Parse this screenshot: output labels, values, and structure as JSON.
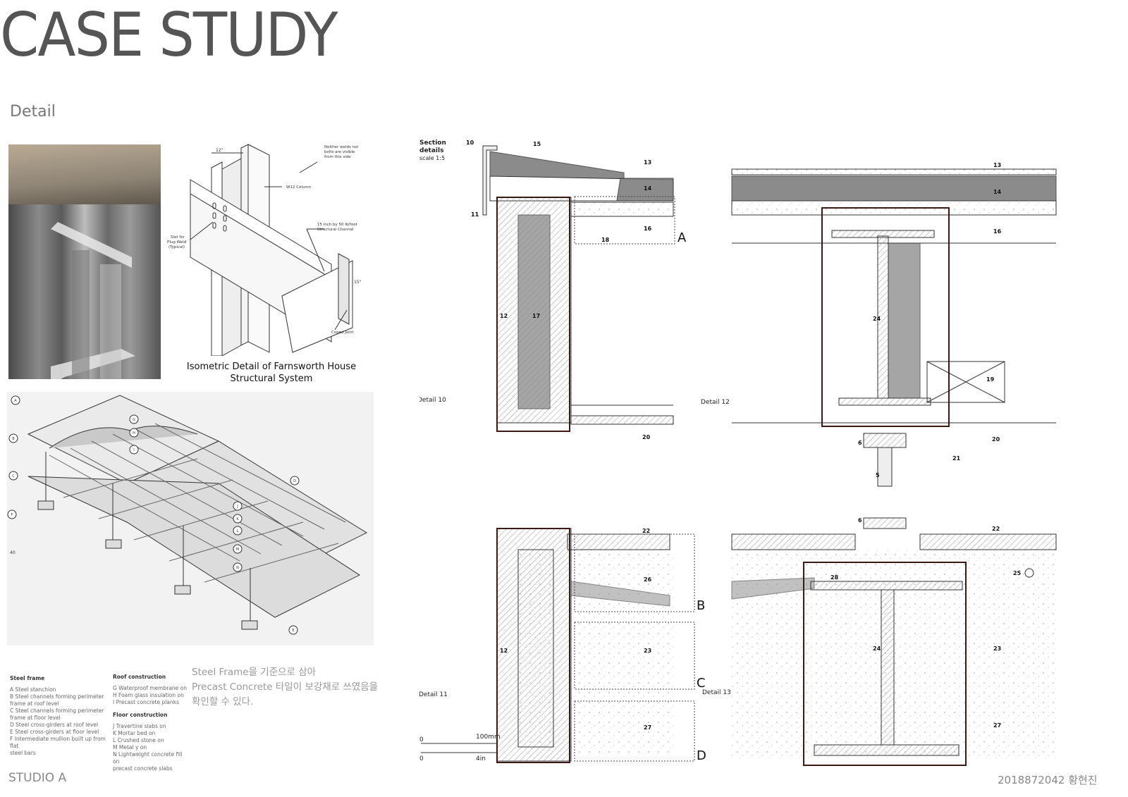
{
  "page": {
    "title": "CASE STUDY",
    "subtitle": "Detail",
    "footer_left": "STUDIO A",
    "footer_right": "2018872042 황현진"
  },
  "isometric": {
    "caption_line1": "Isometric Detail of Farnsworth House",
    "caption_line2": "Structural System",
    "dim_12": "12\"",
    "dim_15": "15\"",
    "note_welds": [
      "Neither welds nor",
      "bolts are visible",
      "from this side"
    ],
    "note_column": "W12 Column",
    "note_channel": [
      "15 inch by 50 lb/foot",
      "Structural Channel"
    ],
    "note_slot": [
      "Slot for",
      "Plug Weld",
      "(Typical)"
    ],
    "note_coped": "Coped Joint"
  },
  "exploded": {
    "markers": [
      "A",
      "B",
      "C",
      "F",
      "G",
      "H",
      "I",
      "D",
      "J",
      "K",
      "L",
      "M",
      "N",
      "E"
    ],
    "scale_note": "40"
  },
  "legend": {
    "steel_title": "Steel frame",
    "steel_items": [
      "A   Steel stanchion",
      "B   Steel channels forming perimeter",
      "      frame at roof level",
      "C   Steel channels forming perimeter",
      "      frame at floor level",
      "D   Steel cross-girders at roof level",
      "E   Steel cross-girders at floor level",
      "F   Intermediate mullion built up from flat",
      "      steel bars"
    ],
    "roof_title": "Roof construction",
    "roof_items": [
      "G   Waterproof membrane on",
      "H   Foam glass insulation on",
      "I     Precast concrete planks"
    ],
    "floor_title": "Floor construction",
    "floor_items": [
      "J    Travertine slabs on",
      "K    Mortar bed on",
      "L    Crushed stone on",
      "M   Metal    y on",
      "N   Lightweight concrete fill on",
      "      precast concrete slabs"
    ]
  },
  "korean_note": [
    "Steel Frame을 기준으로 삼아",
    "Precast Concrete 타일이 보강재로 쓰였음을",
    "확인할 수 있다."
  ],
  "section": {
    "header": [
      "Section",
      "details",
      "scale 1:5"
    ],
    "detail_10": "Detail 10",
    "detail_11": "Detail 11",
    "detail_12": "Detail  12",
    "detail_13": "Detail 13",
    "scale_0a": "0",
    "scale_100": "100mm",
    "scale_0b": "0",
    "scale_4": "4in",
    "letters": [
      "A",
      "B",
      "C",
      "D"
    ],
    "nums": [
      "10",
      "15",
      "13",
      "14",
      "11",
      "16",
      "18",
      "12",
      "17",
      "20",
      "13",
      "14",
      "16",
      "24",
      "19",
      "20",
      "21",
      "6",
      "5",
      "6",
      "22",
      "22",
      "26",
      "28",
      "25",
      "12",
      "23",
      "24",
      "23",
      "27",
      "27"
    ]
  }
}
